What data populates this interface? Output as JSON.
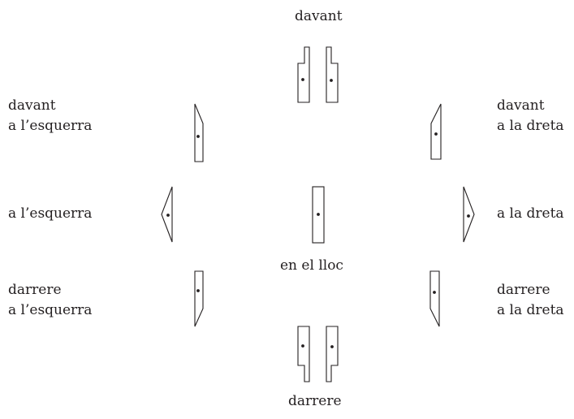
{
  "labels": {
    "front": "davant",
    "front_left_1": "davant",
    "front_left_2": "a l’esquerra",
    "front_right_1": "davant",
    "front_right_2": "a la dreta",
    "left": "a l’esquerra",
    "right": "a la dreta",
    "in_place": "en el lloc",
    "back_left_1": "darrere",
    "back_left_2": "a l’esquerra",
    "back_right_1": "darrere",
    "back_right_2": "a la dreta",
    "back": "darrere"
  }
}
